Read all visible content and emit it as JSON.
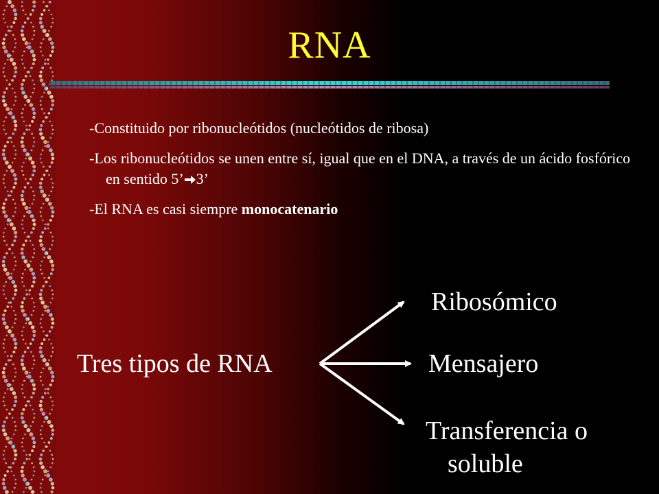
{
  "title": "RNA",
  "bullets": [
    {
      "text": "-Constituido por ribonucleótidos (nucleótidos de ribosa)"
    },
    {
      "text_before": "-Los ribonucleótidos se unen entre sí, igual que en el DNA, a través de un ácido fosfórico en sentido 5’",
      "arrow_icon": "right-arrow-icon",
      "text_after": "3’"
    },
    {
      "text_before": "-El RNA es casi siempre ",
      "bold": "monocatenario"
    }
  ],
  "diagram": {
    "source_label": "Tres tipos de RNA",
    "targets": {
      "top": "Ribosómico",
      "middle": "Mensajero",
      "bottom_line1": "Transferencia o",
      "bottom_line2": "soluble"
    }
  },
  "colors": {
    "title": "#ffff33",
    "text": "#ffffff",
    "background_left": "#8a0c0c",
    "background_right": "#000000"
  }
}
